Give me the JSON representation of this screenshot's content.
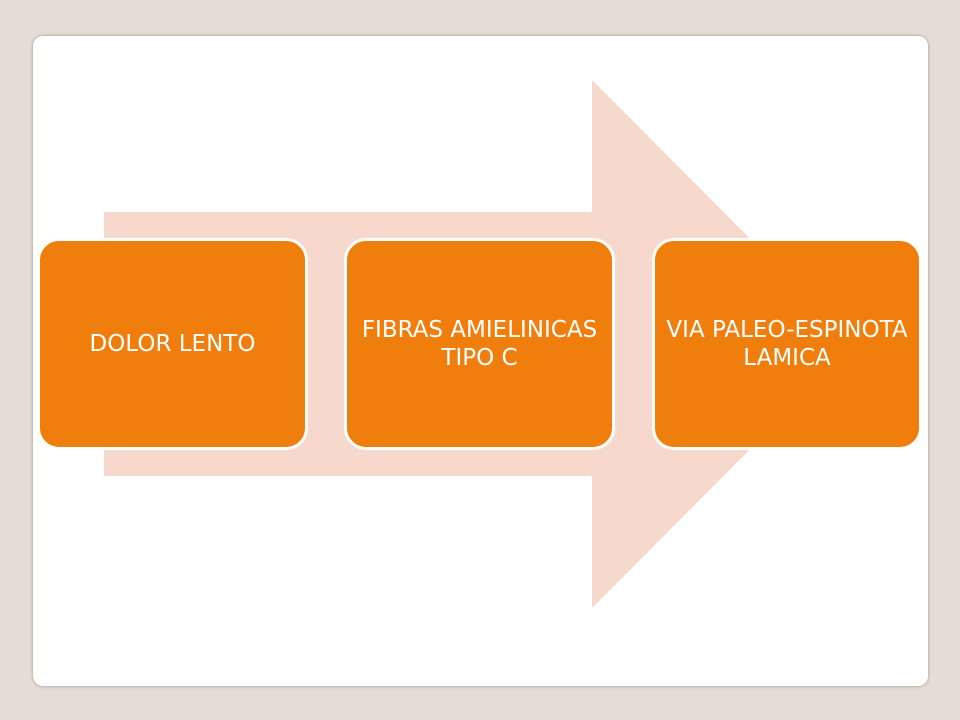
{
  "colors": {
    "background": "#e5ddd3",
    "slide": "#ffffff",
    "arrow": "#f6d8cd",
    "box_fill": "#ef7e0d",
    "box_text": "#ffffff"
  },
  "diagram": {
    "type": "process-flow",
    "steps": [
      {
        "label": "DOLOR LENTO"
      },
      {
        "label": "FIBRAS AMIELINICAS TIPO C"
      },
      {
        "label": "VIA PALEO-ESPINOTALAMICA"
      }
    ]
  }
}
